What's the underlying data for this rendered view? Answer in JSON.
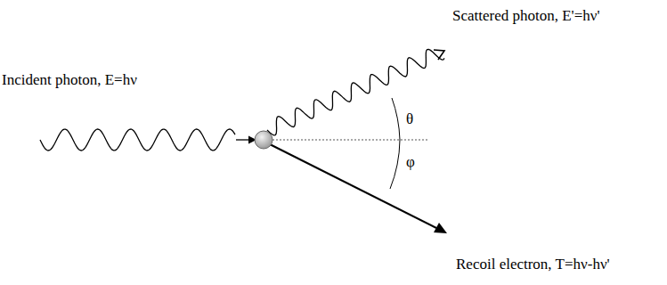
{
  "diagram": {
    "labels": [
      "Incident photon, E=hν",
      "Scattered photon, E'=hν'",
      "θ",
      "φ",
      "Recoil electron, T=hν-hν'"
    ]
  }
}
